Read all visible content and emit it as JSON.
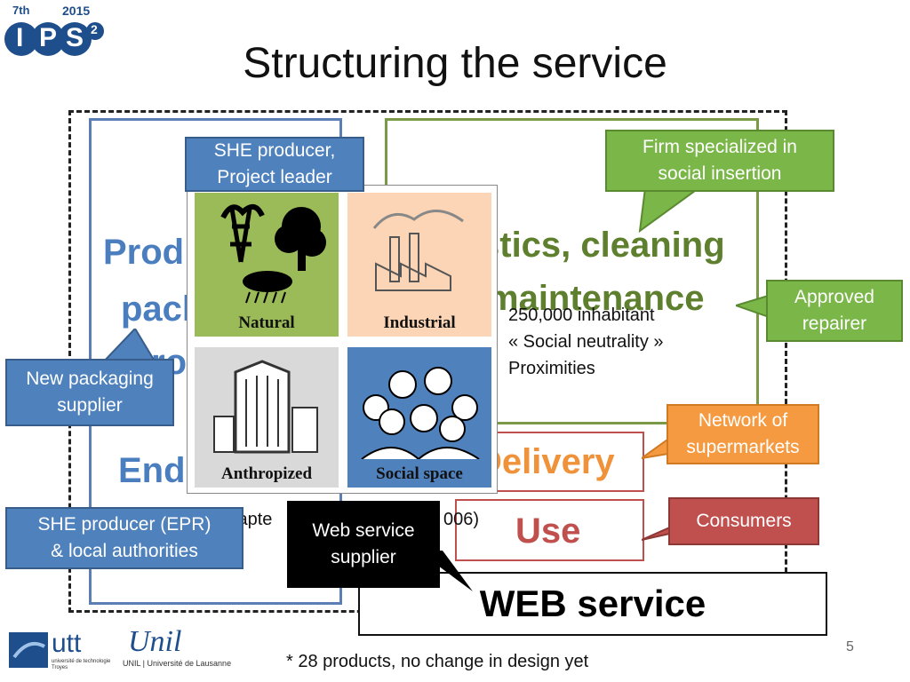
{
  "logo": {
    "edition": "7th",
    "year": "2015",
    "name": "IPS",
    "superscript": "2"
  },
  "title": "Structuring the service",
  "left_panel": {
    "line1": "Prod",
    "line2": "pack",
    "line3": "rod",
    "end_label": "End-"
  },
  "right_panel": {
    "line1": "stics, cleaning",
    "line2": "maintenance",
    "details": [
      "250,000 inhabitant",
      "« Social neutrality »",
      "Proximities"
    ]
  },
  "quadrants": [
    {
      "label": "Natural",
      "bg": "#9bbb59"
    },
    {
      "label": "Industrial",
      "bg": "#fbd5b5"
    },
    {
      "label": "Anthropized",
      "bg": "#d9d9d9"
    },
    {
      "label": "Social space",
      "bg": "#4f81bd"
    }
  ],
  "adapted_caption": {
    "left": "Adapte",
    "right": "006)"
  },
  "callouts": {
    "she_project": [
      "SHE producer,",
      "Project leader"
    ],
    "firm_social": [
      "Firm specialized in",
      "social insertion"
    ],
    "approved_repairer": [
      "Approved",
      "repairer"
    ],
    "new_packaging": [
      "New packaging",
      "supplier"
    ],
    "network_supermarkets": [
      "Network of",
      "supermarkets"
    ],
    "consumers": "Consumers",
    "she_epr": [
      "SHE producer (EPR)",
      "& local authorities"
    ],
    "web_supplier": [
      "Web service",
      "supplier"
    ]
  },
  "delivery_label": "Delivery",
  "use_label": "Use",
  "web_service": "WEB service",
  "footnote": "* 28 products, no change in design yet",
  "page_number": "5",
  "footer_logos": {
    "utt": "utt",
    "utt_sub": "université de technologie Troyes",
    "unil": "Unil",
    "unil_sub": "UNIL | Université de Lausanne"
  },
  "colors": {
    "blue": "#4f81bd",
    "green": "#7ab648",
    "orange": "#f59a40",
    "red": "#c0504d"
  }
}
